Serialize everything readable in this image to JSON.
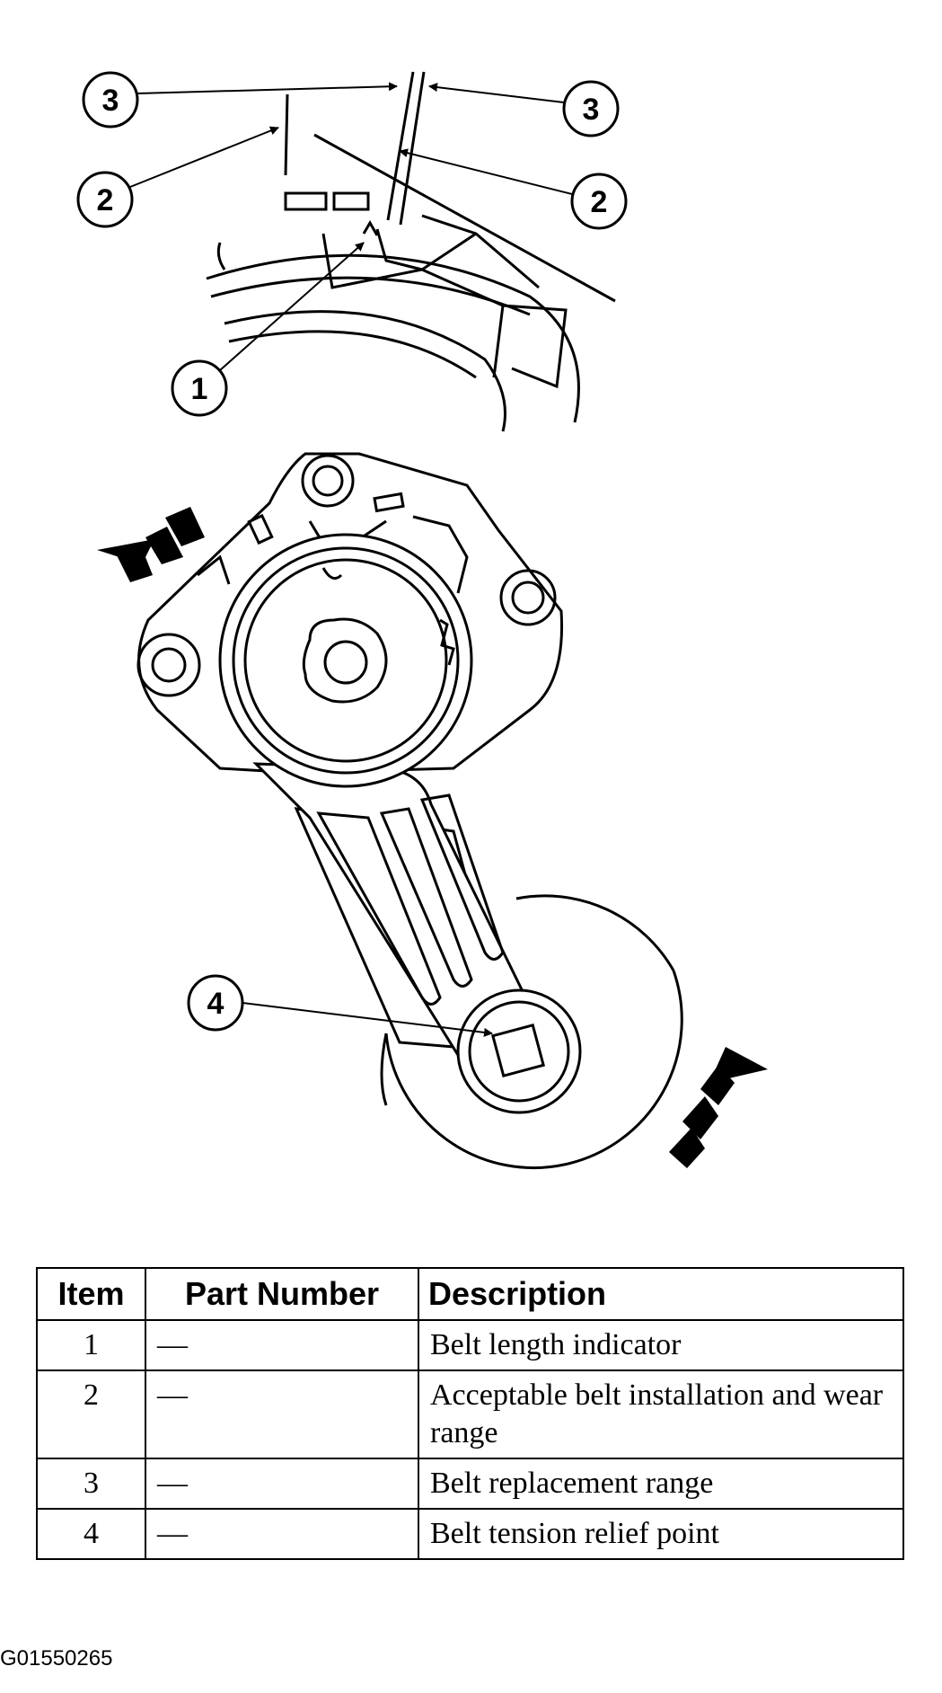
{
  "callouts": {
    "c3_left": "3",
    "c3_right": "3",
    "c2_left": "2",
    "c2_right": "2",
    "c1": "1",
    "c4": "4"
  },
  "legend": {
    "headers": [
      "Item",
      "Part Number",
      "Description"
    ],
    "rows": [
      {
        "item": "1",
        "part": "—",
        "description": "Belt length indicator"
      },
      {
        "item": "2",
        "part": "—",
        "description": "Acceptable belt installation and wear range"
      },
      {
        "item": "3",
        "part": "—",
        "description": "Belt replacement range"
      },
      {
        "item": "4",
        "part": "—",
        "description": "Belt tension relief point"
      }
    ]
  },
  "figure_code": "G01550265"
}
